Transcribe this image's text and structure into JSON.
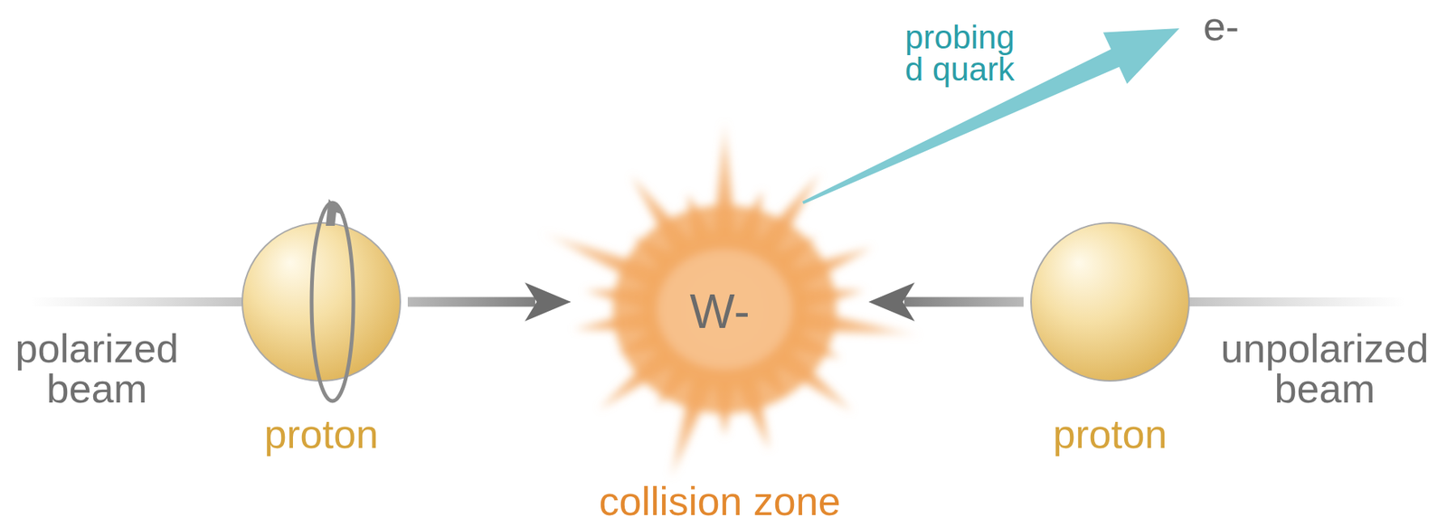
{
  "diagram": {
    "nodes": [
      {
        "text": [
          "proton"
        ]
      },
      {
        "text": [
          "W-",
          "collision zone"
        ]
      },
      {
        "text": [
          "proton"
        ]
      }
    ],
    "edges": [
      {
        "from": 0,
        "to": 1,
        "arrow": "to"
      },
      {
        "from": 2,
        "to": 1,
        "arrow": "to"
      }
    ],
    "labels": [
      "polarized beam",
      "unpolarized beam",
      "probing d quark",
      "e-"
    ]
  }
}
